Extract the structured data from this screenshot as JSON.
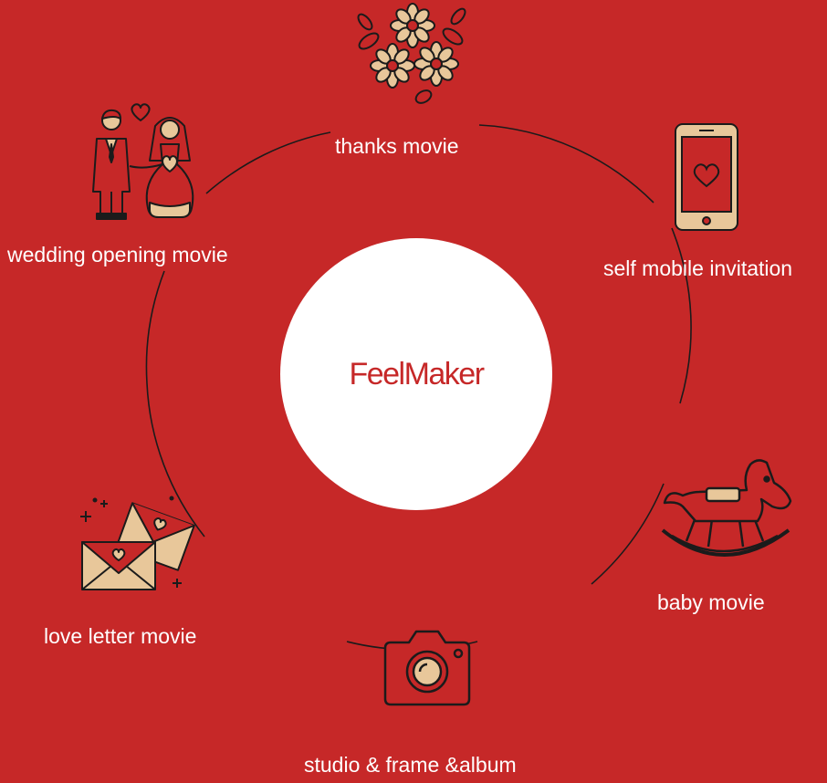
{
  "brand": {
    "name": "FeelMaker"
  },
  "colors": {
    "background": "#c62828",
    "icon_fill": "#e8c79a",
    "line": "#1b1b1b",
    "label_text": "#ffffff",
    "center_fill": "#ffffff"
  },
  "items": [
    {
      "label": "thanks movie",
      "icon": "flower-bouquet-icon"
    },
    {
      "label": "self mobile invitation",
      "icon": "smartphone-heart-icon"
    },
    {
      "label": "baby movie",
      "icon": "rocking-horse-icon"
    },
    {
      "label": "studio & frame &album",
      "icon": "camera-icon"
    },
    {
      "label": "love letter movie",
      "icon": "love-letter-envelopes-icon"
    },
    {
      "label": "wedding opening movie",
      "icon": "bride-groom-icon"
    }
  ]
}
